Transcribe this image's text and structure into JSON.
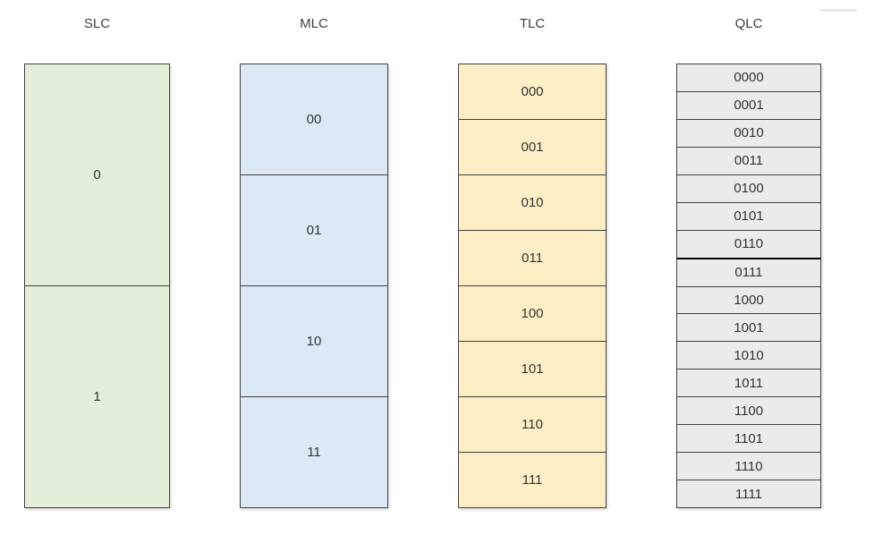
{
  "colors": {
    "background": "#ffffff",
    "border": "#404040",
    "thick_divider": "#000000",
    "cell_text": "#333333",
    "title_text": "#404040",
    "artifact_line": "#e9e9e9"
  },
  "columns": [
    {
      "id": "slc",
      "title": "SLC",
      "fill": "#e4efdb",
      "levels": [
        "0",
        "1"
      ],
      "thick_divider_before_index": null
    },
    {
      "id": "mlc",
      "title": "MLC",
      "fill": "#dce9f5",
      "levels": [
        "00",
        "01",
        "10",
        "11"
      ],
      "thick_divider_before_index": null
    },
    {
      "id": "tlc",
      "title": "TLC",
      "fill": "#fdeec6",
      "levels": [
        "000",
        "001",
        "010",
        "011",
        "100",
        "101",
        "110",
        "111"
      ],
      "thick_divider_before_index": null
    },
    {
      "id": "qlc",
      "title": "QLC",
      "fill": "#ebebeb",
      "levels": [
        "0000",
        "0001",
        "0010",
        "0011",
        "0100",
        "0101",
        "0110",
        "0111",
        "1000",
        "1001",
        "1010",
        "1011",
        "1100",
        "1101",
        "1110",
        "1111"
      ],
      "thick_divider_before_index": 7
    }
  ]
}
